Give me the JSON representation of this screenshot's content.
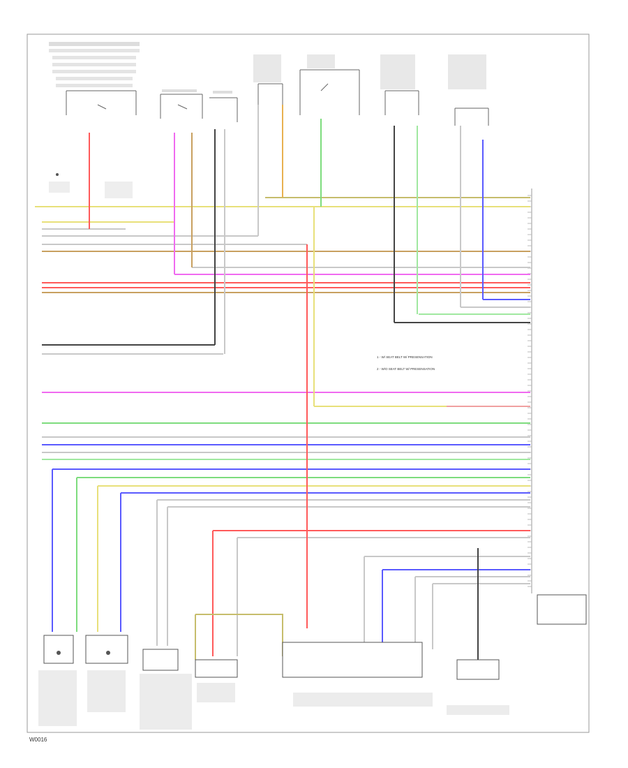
{
  "footer": {
    "code": "W0016"
  },
  "legend": [
    "1 - W/ SEAT BELT W/ PRESENSATION",
    "2 - W/O SEAT BELT W/ PRESENSATION"
  ],
  "colors": {
    "yellow": "#e8e07a",
    "green": "#7ddc7d",
    "olive": "#c6bd6c",
    "red": "#ff5a5a",
    "brown": "#c8a060",
    "magenta": "#f06af0",
    "blue": "#5a5aff",
    "gray": "#8a8a8a",
    "dark": "#444444",
    "orange": "#e8b050",
    "pink": "#f0a0a0",
    "lightgreen": "#a0e8a0",
    "lightgray": "#c8c8c8"
  }
}
